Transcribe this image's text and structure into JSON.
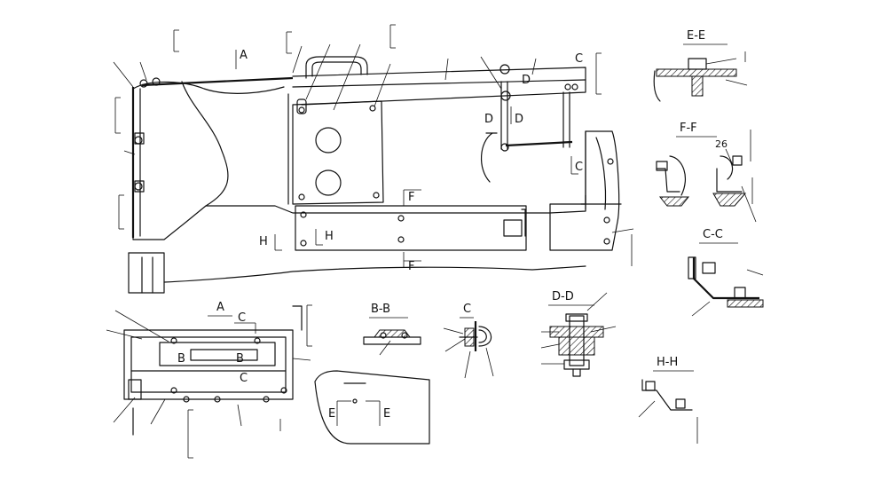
{
  "labels": {
    "main_A": "A",
    "main_C": "C",
    "main_D1": "D",
    "main_D2": "D",
    "main_D3": "D",
    "main_F_top": "F",
    "main_F_bottom": "F",
    "main_H1": "H",
    "main_H2": "H",
    "view_A_title": "A",
    "view_A_C": "C",
    "view_A_B1": "B",
    "view_A_B2": "B",
    "view_A_C_bottom": "C",
    "view_EE_title": "E-E",
    "view_FF_title": "F-F",
    "view_FF_num": "26",
    "view_CC_title": "C-C",
    "view_BB_title": "B-B",
    "view_C_title": "C",
    "view_DD_title": "D-D",
    "view_HH_title": "H-H",
    "view_E_left": "E",
    "view_E_right": "E"
  }
}
